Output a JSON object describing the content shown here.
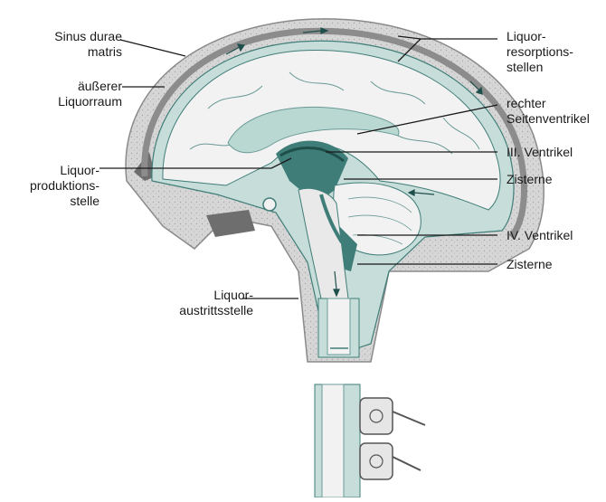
{
  "labels": {
    "sinus_durae_matris": [
      "Sinus durae",
      "matris"
    ],
    "aeusserer_liquorraum": [
      "äußerer",
      "Liquorraum"
    ],
    "liquor_produktionsstelle": [
      "Liquor-",
      "produktions-",
      "stelle"
    ],
    "liquor_austrittsstelle": [
      "Liquor-",
      "austrittsstelle"
    ],
    "liquor_resorptionsstellen": [
      "Liquor-",
      "resorptions-",
      "stellen"
    ],
    "rechter_seitenventrikel": [
      "rechter",
      "Seitenventrikel"
    ],
    "iii_ventrikel": "III. Ventrikel",
    "zisterne_upper": "Zisterne",
    "iv_ventrikel": "IV. Ventrikel",
    "zisterne_lower": "Zisterne"
  },
  "colors": {
    "bone": "#d9d9d9",
    "dura": "#8c8c8c",
    "csf_space": "#c7ddd9",
    "csf_dark": "#3f7d78",
    "brain": "#f2f2f2",
    "ventricle_light": "#b9d8d2",
    "leader_line": "#1a1a1a"
  }
}
